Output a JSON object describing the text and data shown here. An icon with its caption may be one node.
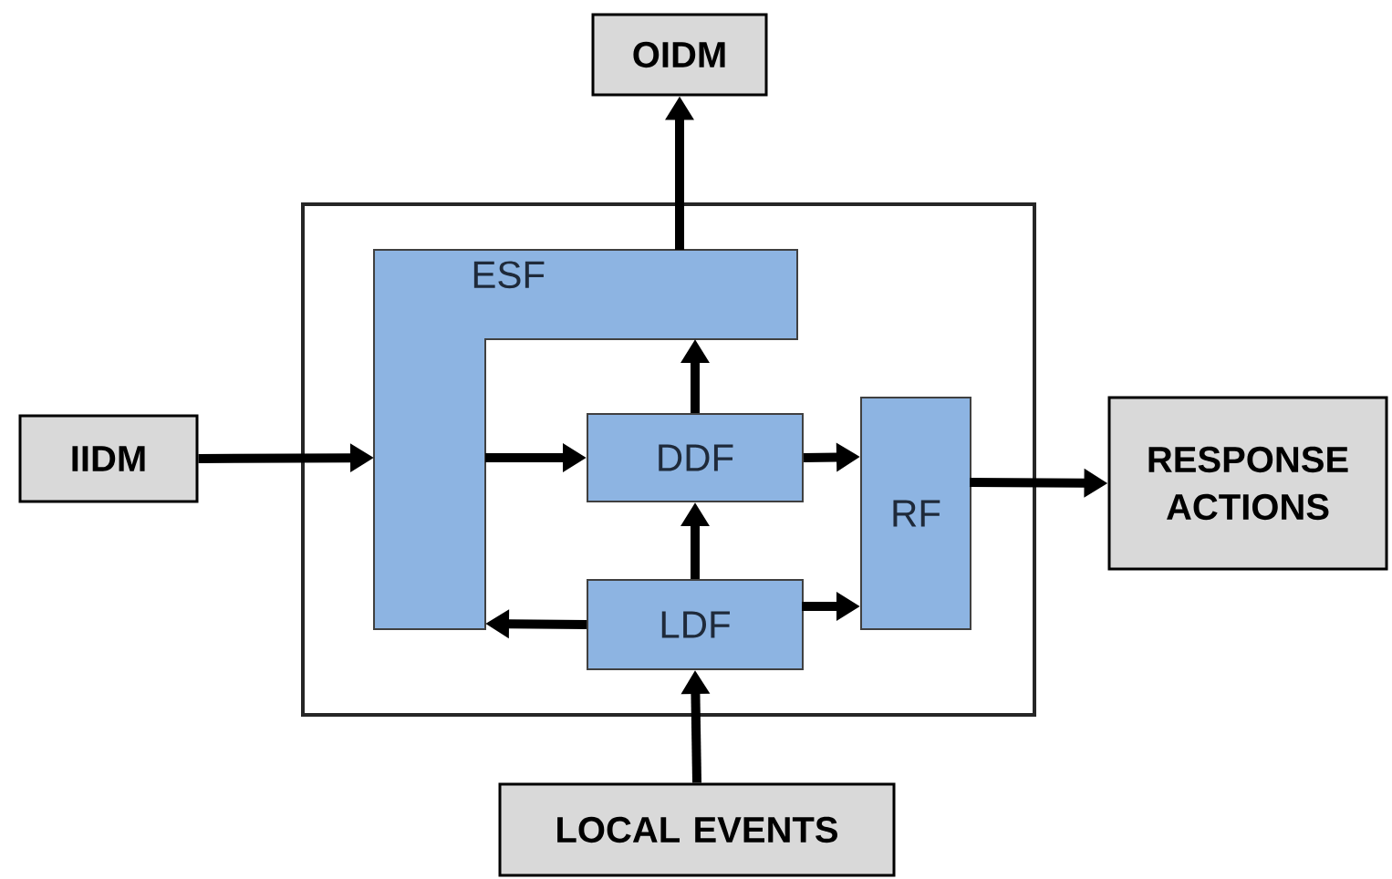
{
  "diagram": {
    "nodes": [
      {
        "text": [
          "OIDM"
        ]
      },
      {
        "text": [],
        "shape": "box"
      },
      {
        "text": [
          "ESF"
        ],
        "in": 1
      },
      {
        "text": [
          "IIDM"
        ]
      },
      {
        "text": [
          "DDF"
        ],
        "in": 1
      },
      {
        "text": [
          "RF"
        ],
        "in": 1
      },
      {
        "text": [
          "RESPONSE ACTIONS"
        ]
      },
      {
        "text": [
          "LDF"
        ],
        "in": 1
      },
      {
        "text": [
          "LOCAL EVENTS"
        ]
      }
    ],
    "edges": [
      {
        "from": 3,
        "to": 2,
        "arrow": "to"
      },
      {
        "from": 2,
        "to": 4,
        "arrow": "to"
      },
      {
        "from": 4,
        "to": 2,
        "arrow": "to"
      },
      {
        "from": 7,
        "to": 4,
        "arrow": "to"
      },
      {
        "from": 7,
        "to": 2,
        "arrow": "to"
      },
      {
        "from": 4,
        "to": 5,
        "arrow": "to"
      },
      {
        "from": 7,
        "to": 5,
        "arrow": "to"
      },
      {
        "from": 5,
        "to": 6,
        "arrow": "to"
      },
      {
        "from": 8,
        "to": 7,
        "arrow": "to"
      },
      {
        "from": 2,
        "to": 0,
        "arrow": "to"
      }
    ]
  }
}
